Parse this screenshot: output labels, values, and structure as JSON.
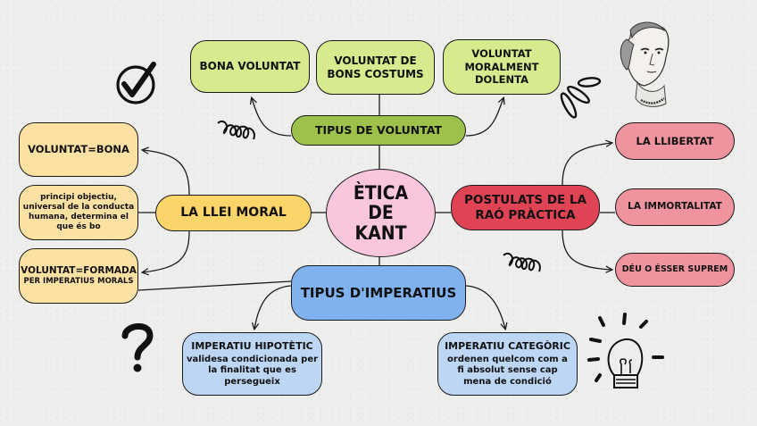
{
  "title": "ÈTICA DE KANT",
  "center": {
    "lines": [
      "ÈTICA",
      "DE",
      "KANT"
    ],
    "color": "#f9c6dd"
  },
  "tipus_voluntat": {
    "label": "TIPUS DE VOLUNTAT",
    "color": "#9dc14a",
    "children": [
      {
        "lines": [
          "BONA VOLUNTAT"
        ]
      },
      {
        "lines": [
          "VOLUNTAT DE",
          "BONS COSTUMS"
        ]
      },
      {
        "lines": [
          "VOLUNTAT",
          "MORALMENT",
          "DOLENTA"
        ]
      }
    ],
    "child_color": "#d6ea8e"
  },
  "llei_moral": {
    "label": "LA LLEI MORAL",
    "color": "#fbd46a",
    "children": [
      {
        "lines": [
          "VOLUNTAT=BONA"
        ]
      },
      {
        "lines": [
          "principi objectiu,",
          "universal de la conducta",
          "humana, determina el",
          "que és bo"
        ]
      },
      {
        "lines": [
          "VOLUNTAT=FORMADA",
          "PER IMPERATIUS MORALS"
        ]
      }
    ],
    "child_color": "#fde1a2"
  },
  "postulats": {
    "lines": [
      "POSTULATS DE LA",
      "RAÓ PRÀCTICA"
    ],
    "color": "#e04353",
    "children": [
      {
        "lines": [
          "LA LLIBERTAT"
        ]
      },
      {
        "lines": [
          "LA IMMORTALITAT"
        ]
      },
      {
        "lines": [
          "DÉU O ÉSSER SUPREM"
        ]
      }
    ],
    "child_color": "#ef949f"
  },
  "tipus_imperatius": {
    "label": "TIPUS D'IMPERATIUS",
    "color": "#7fb2ef",
    "children": [
      {
        "title": "IMPERATIU HIPOTÈTIC",
        "lines": [
          "validesa condicionada per",
          "la finalitat que es",
          "persegueix"
        ]
      },
      {
        "title": "IMPERATIU CATEGÒRIC",
        "lines": [
          "ordenen quelcom com a",
          "fi absolut sense cap",
          "mena de condició"
        ]
      }
    ],
    "child_color": "#bcd6f4"
  },
  "decorations": [
    "checkmark-icon",
    "kant-portrait",
    "question-mark-icon",
    "lightbulb-icon",
    "spring-doodle",
    "petal-doodle"
  ]
}
